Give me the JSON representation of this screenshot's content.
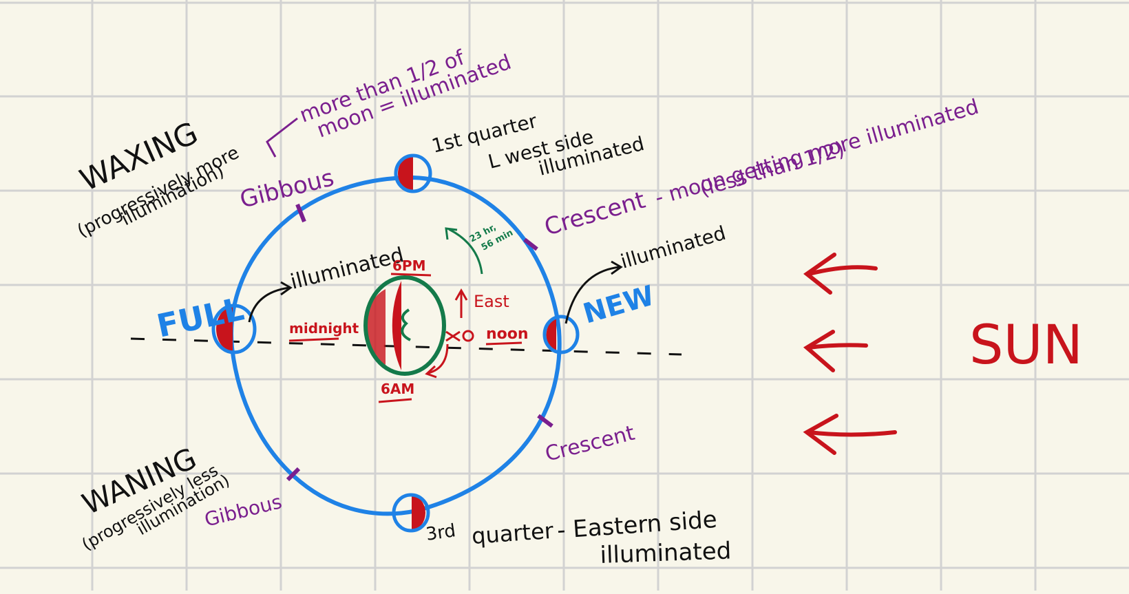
{
  "waxing": {
    "title": "WAXING",
    "sub1": "(progressively more",
    "sub2": "illumination)"
  },
  "waning": {
    "title": "WANING",
    "sub1": "(progressively less",
    "sub2": "illumination)"
  },
  "gibbous_top": "Gibbous",
  "gibbous_bottom": "Gibbous",
  "gibbous_note_1": "more than 1/2 of",
  "gibbous_note_2": "moon = illuminated",
  "first_quarter": {
    "label": "1st quarter",
    "note1": "L west side",
    "note2": "illuminated"
  },
  "third_quarter": {
    "label": "3rd",
    "label2": "quarter",
    "note1": "- Eastern side",
    "note2": "illuminated"
  },
  "crescent_top": "Crescent",
  "crescent_top_note1": "- moon getting more illuminated",
  "crescent_top_note2": "(less than 1/2)",
  "crescent_bottom": "Crescent",
  "full": "FULL",
  "new": "NEW",
  "illuminated_left": "illuminated",
  "illuminated_right": "illuminated",
  "earth": {
    "pm6": "6PM",
    "am6": "6AM",
    "midnight": "midnight",
    "noon": "noon",
    "east": "East",
    "rotation1": "23 hr,",
    "rotation2": "56 min"
  },
  "sun": "SUN",
  "colors": {
    "orbit": "#1f82e6",
    "illuminated": "#c8141c",
    "phase_labels": "#7a1f8e",
    "earth": "#147a4a",
    "paper": "#f8f6ea",
    "grid": "#d2d2d2"
  }
}
